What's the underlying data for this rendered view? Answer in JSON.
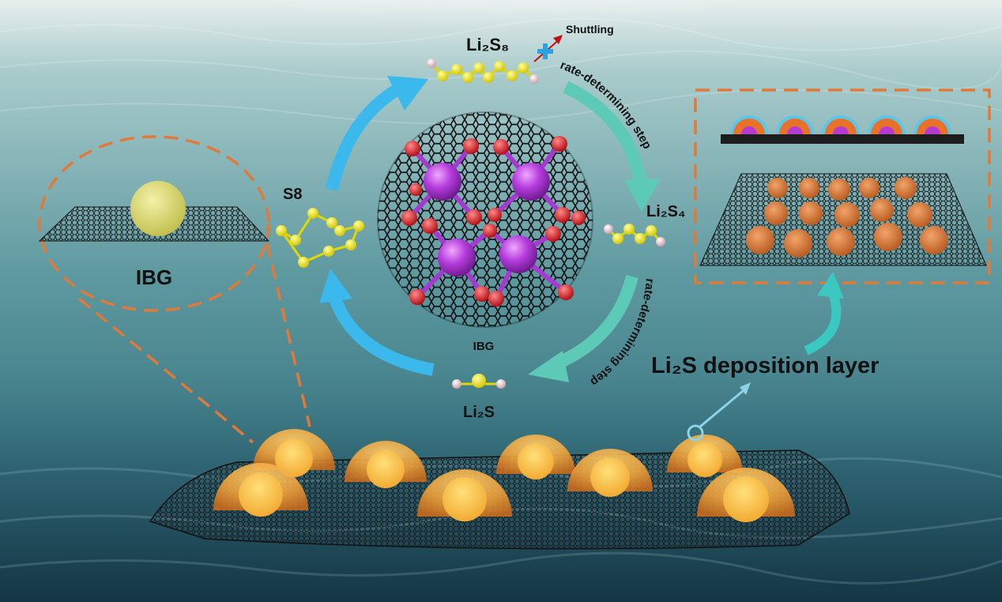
{
  "labels": {
    "li2s8": "Li₂S₈",
    "shuttling": "Shuttling",
    "rate_step_top": "rate-determining step",
    "li2s4": "Li₂S₄",
    "rate_step_bottom": "rate-determining step",
    "li2s": "Li₂S",
    "s8": "S8",
    "ibg_center": "IBG",
    "ibg_left": "IBG",
    "deposition": "Li₂S deposition layer"
  },
  "colors": {
    "water_top": "#dfe9e8",
    "water_mid": "#6b9ea4",
    "water_deep": "#1d4858",
    "arrow_blue": "#3bb8ec",
    "arrow_teal": "#5dcab8",
    "sulfur": "#f2ea12",
    "lithium_cap": "#e7c7cf",
    "metal_atom": "#a43ad0",
    "oxygen_atom": "#e11d24",
    "orange_dash": "#e07a3a",
    "particle_orange": "#e4883a",
    "graphene": "#1a1a1a"
  },
  "icons": {
    "blocked_shuttle": "cross-icon",
    "pointer": "circle-pointer-icon"
  }
}
